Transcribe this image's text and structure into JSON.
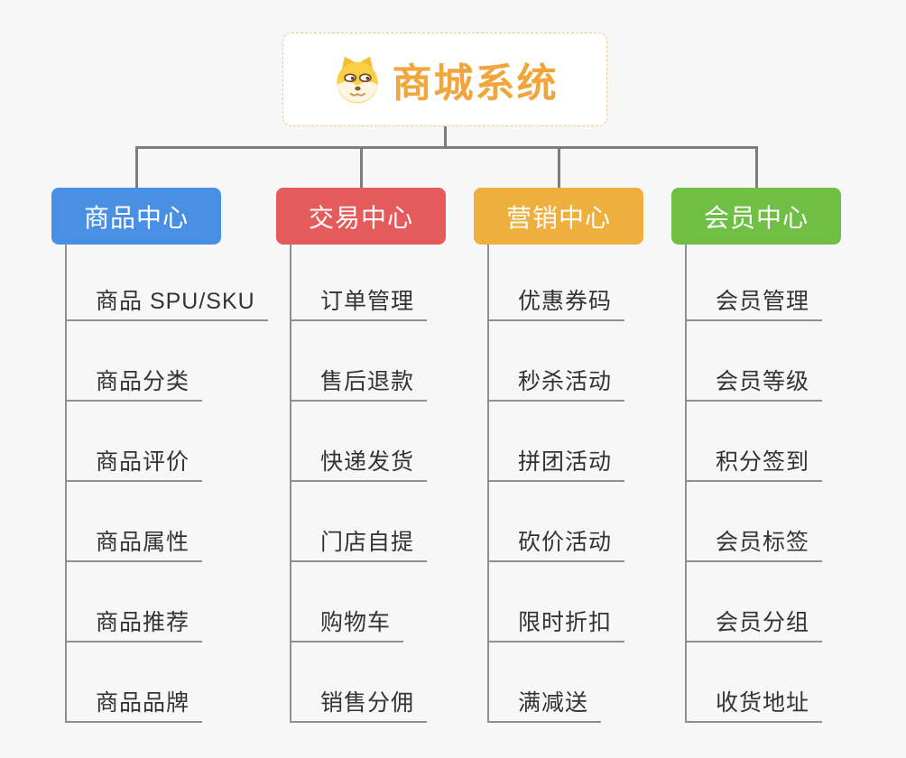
{
  "root": {
    "title": "商城系统",
    "icon": "dog-face-icon"
  },
  "branches": [
    {
      "label": "商品中心",
      "color": "#4A90E2",
      "children": [
        "商品 SPU/SKU",
        "商品分类",
        "商品评价",
        "商品属性",
        "商品推荐",
        "商品品牌"
      ]
    },
    {
      "label": "交易中心",
      "color": "#E55A5A",
      "children": [
        "订单管理",
        "售后退款",
        "快递发货",
        "门店自提",
        "购物车",
        "销售分佣"
      ]
    },
    {
      "label": "营销中心",
      "color": "#EFAF3E",
      "children": [
        "优惠券码",
        "秒杀活动",
        "拼团活动",
        "砍价活动",
        "限时折扣",
        "满减送"
      ]
    },
    {
      "label": "会员中心",
      "color": "#6FBF44",
      "children": [
        "会员管理",
        "会员等级",
        "积分签到",
        "会员标签",
        "会员分组",
        "收货地址"
      ]
    }
  ],
  "colors": {
    "background": "#f7f7f7",
    "connector": "#7d7d7d",
    "line": "#8f8f8f",
    "item_text": "#333333",
    "root_text": "#f0a63c",
    "root_border": "#f2c886",
    "dog_yellow": "#f8cf45",
    "dog_cream": "#fdf6e2",
    "dog_brown": "#7a4e22"
  }
}
